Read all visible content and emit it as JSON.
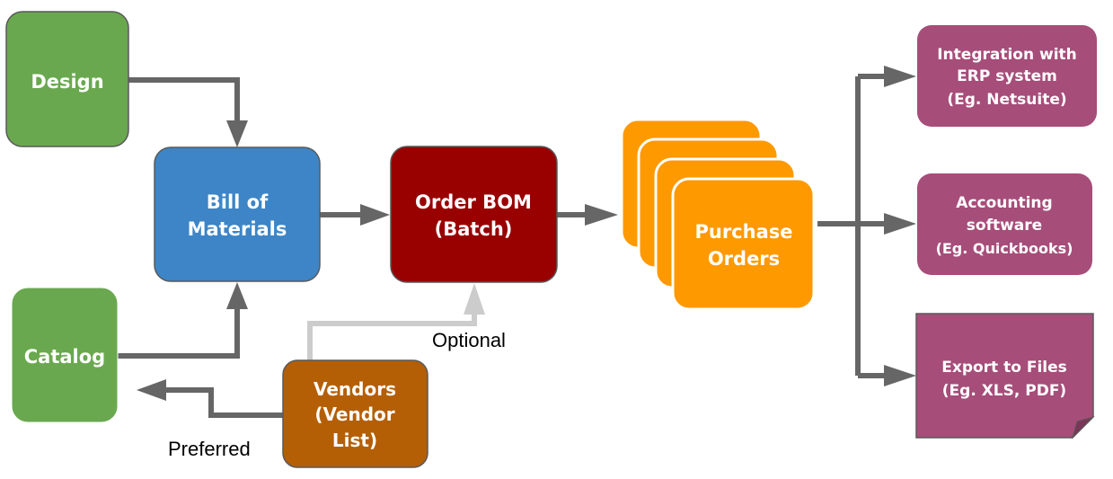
{
  "diagram": {
    "title": "Procurement workflow",
    "colors": {
      "green": "#6aa84f",
      "blue": "#3d85c6",
      "dark_red": "#990000",
      "orange": "#ff9900",
      "purple": "#a64d79",
      "brown": "#b45f06",
      "arrow": "#666666",
      "optional_arrow": "#cccccc",
      "border": "#595959"
    },
    "nodes": {
      "design": {
        "lines": [
          "Design"
        ],
        "color": "green"
      },
      "bom": {
        "lines": [
          "Bill of",
          "Materials"
        ],
        "color": "blue"
      },
      "catalog": {
        "lines": [
          "Catalog"
        ],
        "color": "green"
      },
      "order_bom": {
        "lines": [
          "Order BOM",
          "(Batch)"
        ],
        "color": "dark_red"
      },
      "purchase_orders": {
        "lines": [
          "Purchase",
          "Orders"
        ],
        "color": "orange",
        "stack_count": 4
      },
      "erp": {
        "lines": [
          "Integration with",
          "ERP system",
          "(Eg. Netsuite)"
        ],
        "color": "purple"
      },
      "accounting": {
        "lines": [
          "Accounting",
          "software",
          "(Eg. Quickbooks)"
        ],
        "color": "purple"
      },
      "export": {
        "lines": [
          "Export to Files",
          "(Eg. XLS, PDF)"
        ],
        "color": "purple",
        "shape": "note"
      },
      "vendors": {
        "lines": [
          "Vendors",
          "(Vendor",
          "List)"
        ],
        "color": "brown"
      }
    },
    "edges": [
      {
        "from": "design",
        "to": "bom",
        "style": "solid"
      },
      {
        "from": "catalog",
        "to": "bom",
        "style": "solid"
      },
      {
        "from": "bom",
        "to": "order_bom",
        "style": "solid"
      },
      {
        "from": "order_bom",
        "to": "purchase_orders",
        "style": "solid"
      },
      {
        "from": "vendors",
        "to": "order_bom",
        "style": "optional",
        "label": "Optional"
      },
      {
        "from": "vendors",
        "to": "catalog",
        "style": "solid",
        "label": "Preferred"
      },
      {
        "from": "purchase_orders",
        "to": "erp",
        "style": "solid"
      },
      {
        "from": "purchase_orders",
        "to": "accounting",
        "style": "solid"
      },
      {
        "from": "purchase_orders",
        "to": "export",
        "style": "solid"
      }
    ],
    "labels": {
      "optional": "Optional",
      "preferred": "Preferred"
    }
  }
}
